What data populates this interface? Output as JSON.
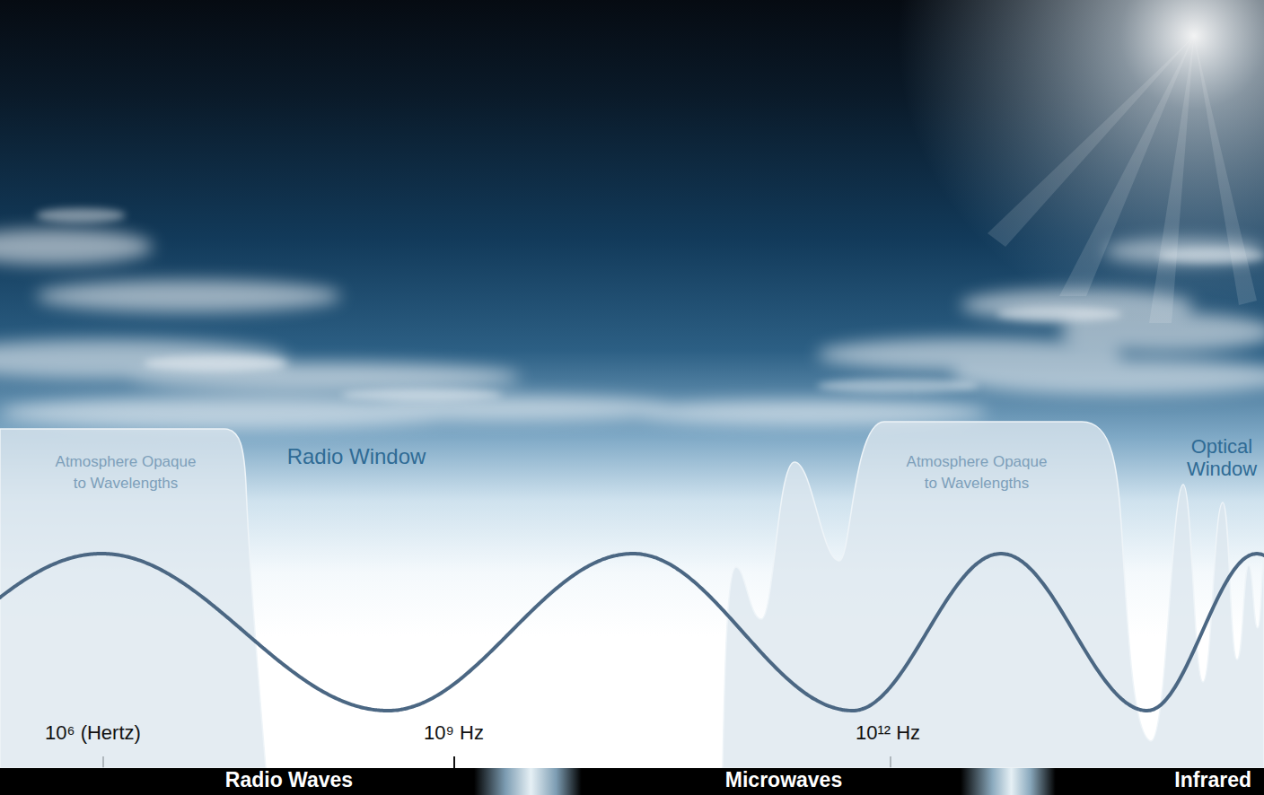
{
  "diagram": {
    "nodes": [
      {
        "text": [
          "Atmosphere Opaque to Wavelengths"
        ]
      },
      {
        "text": [
          "Atmosphere Opaque to Wavelengths"
        ]
      }
    ],
    "labels": [
      "Radio Window",
      "Optical Window",
      "10⁶ (Hertz)",
      "10⁹ Hz",
      "10¹² Hz",
      "Radio Waves",
      "Microwaves",
      "Infrared"
    ]
  }
}
